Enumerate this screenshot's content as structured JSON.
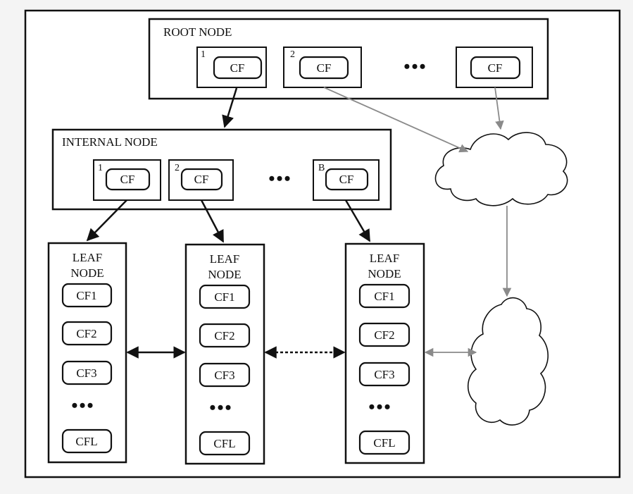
{
  "diagram": {
    "root": {
      "title": "ROOT NODE",
      "entries": [
        {
          "index": "1",
          "label": "CF"
        },
        {
          "index": "2",
          "label": "CF"
        },
        {
          "index": "",
          "label": "CF"
        }
      ],
      "ellipsis": "•••"
    },
    "internal": {
      "title": "INTERNAL NODE",
      "entries": [
        {
          "index": "1",
          "label": "CF"
        },
        {
          "index": "2",
          "label": "CF"
        },
        {
          "index": "B",
          "label": "CF"
        }
      ],
      "ellipsis": "•••"
    },
    "leaves": [
      {
        "title_line1": "LEAF",
        "title_line2": "NODE",
        "entries": [
          "CF1",
          "CF2",
          "CF3"
        ],
        "ellipsis": "•••",
        "last": "CFL"
      },
      {
        "title_line1": "LEAF",
        "title_line2": "NODE",
        "entries": [
          "CF1",
          "CF2",
          "CF3"
        ],
        "ellipsis": "•••",
        "last": "CFL"
      },
      {
        "title_line1": "LEAF",
        "title_line2": "NODE",
        "entries": [
          "CF1",
          "CF2",
          "CF3"
        ],
        "ellipsis": "•••",
        "last": "CFL"
      }
    ],
    "colors": {
      "stroke": "#111111",
      "gray_arrow": "#8a8a8a",
      "background": "#ffffff"
    }
  }
}
